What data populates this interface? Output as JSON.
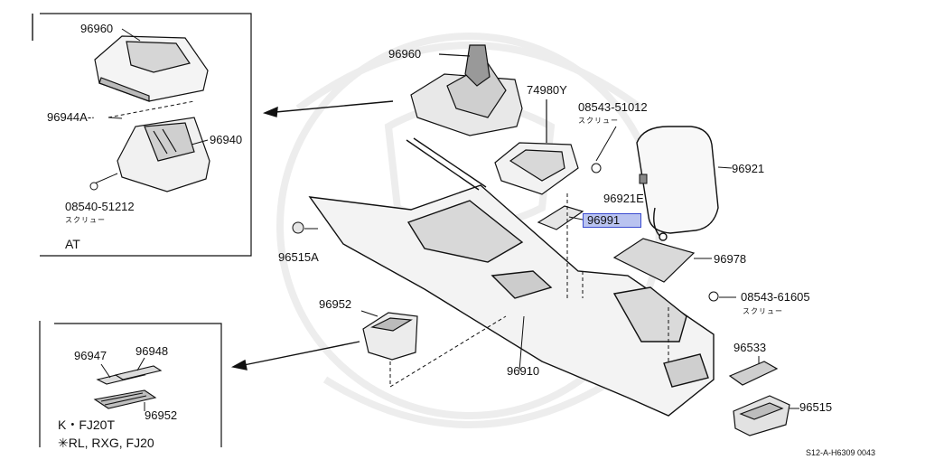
{
  "labels": {
    "inset_at": {
      "p96960": "96960",
      "p96944a": "96944A-∙",
      "p96940": "96940",
      "screw_part": "08540-51212",
      "screw_note": "スクリュー",
      "variant": "AT"
    },
    "main": {
      "p96960": "96960",
      "p74980y": "74980Y",
      "screw1_part": "08543-51012",
      "screw1_note": "スクリュー",
      "p96921": "96921",
      "p96921e": "96921E",
      "p96991": "96991",
      "p96515a": "96515A",
      "p96978": "96978",
      "screw2_part": "08543-61605",
      "screw2_note": "スクリュー",
      "p96952": "96952",
      "p96910": "96910",
      "p96533": "96533",
      "p96515": "96515"
    },
    "inset_bottom": {
      "p96947": "96947",
      "p96948": "96948",
      "p96952": "96952",
      "variant1": "K・FJ20T",
      "variant2": "✳RL, RXG, FJ20"
    },
    "reference": "S12-A-H6309 0043"
  },
  "highlight_color": "#b9c3f0"
}
